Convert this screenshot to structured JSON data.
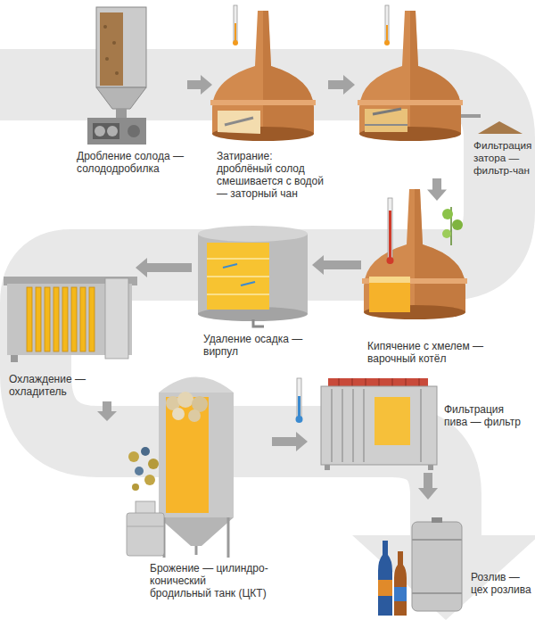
{
  "diagram": {
    "nodes": [
      {
        "text": [
          "Дробление солода — солододробилка"
        ]
      },
      {
        "text": [
          "Затирание: дроблёный солод смешивается с водой — заторный чан"
        ]
      },
      {
        "text": [
          "Фильтрация затора — фильтр-чан"
        ]
      },
      {
        "text": [
          "Кипячение с хмелем — варочный котёл"
        ]
      },
      {
        "text": [
          "Удаление осадка — вирпул"
        ]
      },
      {
        "text": [
          "Охлаждение — охладитель"
        ]
      },
      {
        "text": [
          "Брожение — цилиндро-конический бродильный танк (ЦКТ)"
        ]
      },
      {
        "text": [
          "Фильтрация пива — фильтр"
        ]
      },
      {
        "text": [
          "Розлив — цех розлива"
        ]
      }
    ],
    "edges": [
      {
        "from": 0,
        "to": 1,
        "arrow": "to"
      },
      {
        "from": 1,
        "to": 2,
        "arrow": "to"
      },
      {
        "from": 2,
        "to": 3,
        "arrow": "to"
      },
      {
        "from": 3,
        "to": 4,
        "arrow": "to"
      },
      {
        "from": 4,
        "to": 5,
        "arrow": "to"
      },
      {
        "from": 5,
        "to": 6,
        "arrow": "to"
      },
      {
        "from": 6,
        "to": 7,
        "arrow": "to"
      },
      {
        "from": 7,
        "to": 8,
        "arrow": "to"
      }
    ]
  }
}
